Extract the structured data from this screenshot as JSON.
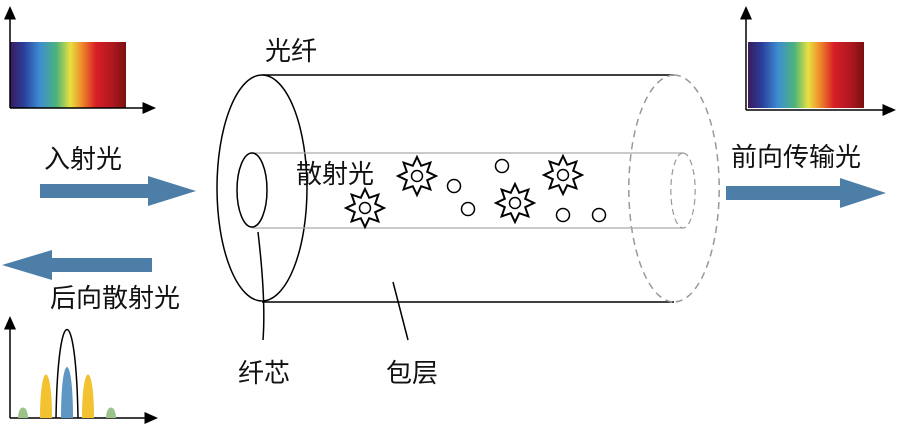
{
  "labels": {
    "fiber": "光纤",
    "incident_light": "入射光",
    "backscatter_light": "后向散射光",
    "scattered_light": "散射光",
    "forward_light": "前向传输光",
    "core": "纤芯",
    "cladding": "包层"
  },
  "colors": {
    "arrow": "#4d7ea8",
    "outline": "#000000",
    "peak_yellow": "#f2c230",
    "peak_blue": "#5e96c4",
    "peak_green": "#9cc38a"
  },
  "icons": [
    "spectrum-icon",
    "scatter-star-icon",
    "scatter-circle-icon",
    "arrow-icon"
  ]
}
